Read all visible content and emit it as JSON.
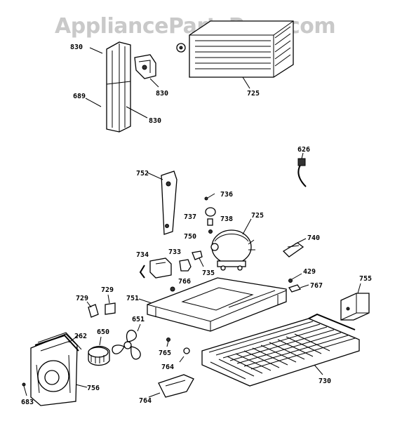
{
  "watermark": "AppliancePartsPros.com",
  "labels": {
    "l830a": "830",
    "l830b": "830",
    "l830c": "830",
    "l689": "689",
    "l725top": "725",
    "l626": "626",
    "l752": "752",
    "l736": "736",
    "l737": "737",
    "l738": "738",
    "l750": "750",
    "l725": "725",
    "l740": "740",
    "l734": "734",
    "l733": "733",
    "l735": "735",
    "l766": "766",
    "l429": "429",
    "l767": "767",
    "l755": "755",
    "l729a": "729",
    "l729b": "729",
    "l751": "751",
    "l651": "651",
    "l262": "262",
    "l650": "650",
    "l765": "765",
    "l764a": "764",
    "l764b": "764",
    "l756": "756",
    "l683": "683",
    "l730": "730"
  }
}
